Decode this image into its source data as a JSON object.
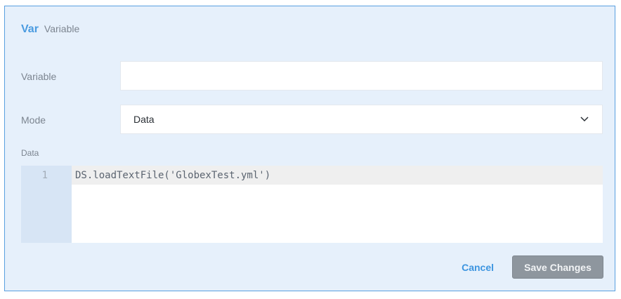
{
  "header": {
    "type_label": "Var",
    "title": "Variable"
  },
  "form": {
    "variable": {
      "label": "Variable",
      "value": "",
      "placeholder": ""
    },
    "mode": {
      "label": "Mode",
      "selected": "Data",
      "icon": "chevron-down-icon"
    },
    "data": {
      "label": "Data",
      "lines": [
        {
          "number": "1",
          "code": "DS.loadTextFile('GlobexTest.yml')"
        }
      ]
    }
  },
  "footer": {
    "cancel_label": "Cancel",
    "save_label": "Save Changes"
  },
  "colors": {
    "accent": "#4a9be0",
    "panel_bg": "#e6f0fb",
    "panel_border": "#5aa0e0",
    "save_button_bg": "#8e969e",
    "gutter_bg": "#d7e5f5",
    "active_line_bg": "#efefef"
  }
}
